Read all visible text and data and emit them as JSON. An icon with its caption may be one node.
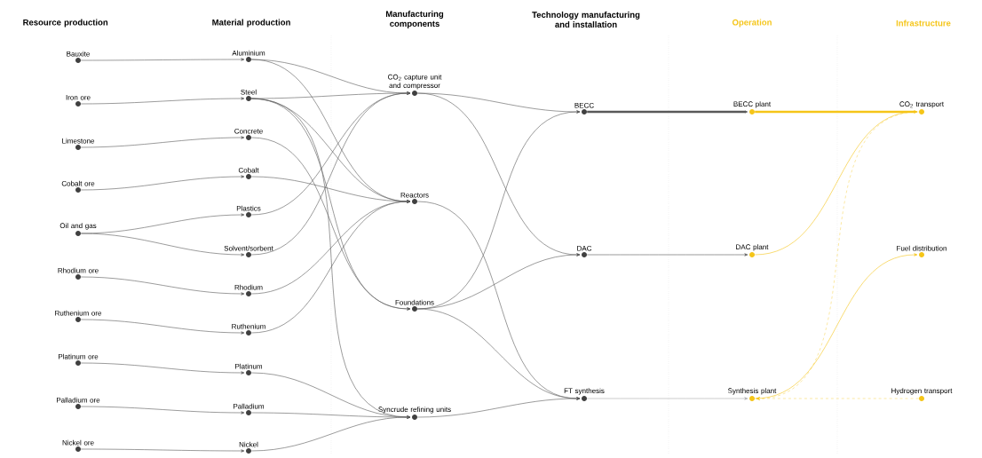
{
  "diagram": {
    "nodes": [
      {
        "text": [
          "Bauxite"
        ]
      },
      {
        "text": [
          "Iron ore"
        ]
      },
      {
        "text": [
          "Limestone"
        ]
      },
      {
        "text": [
          "Cobalt ore"
        ]
      },
      {
        "text": [
          "Oil and gas"
        ]
      },
      {
        "text": [
          "Rhodium ore"
        ]
      },
      {
        "text": [
          "Ruthenium ore"
        ]
      },
      {
        "text": [
          "Platinum ore"
        ]
      },
      {
        "text": [
          "Palladium ore"
        ]
      },
      {
        "text": [
          "Nickel ore"
        ]
      },
      {
        "text": [
          "Aluminium"
        ]
      },
      {
        "text": [
          "Steel"
        ]
      },
      {
        "text": [
          "Concrete"
        ]
      },
      {
        "text": [
          "Cobalt"
        ]
      },
      {
        "text": [
          "Plastics"
        ]
      },
      {
        "text": [
          "Solvent/sorbent"
        ]
      },
      {
        "text": [
          "Rhodium"
        ]
      },
      {
        "text": [
          "Ruthenium"
        ]
      },
      {
        "text": [
          "Platinum"
        ]
      },
      {
        "text": [
          "Palladium"
        ]
      },
      {
        "text": [
          "Nickel"
        ]
      },
      {
        "text": [
          "CO$_{2}$ capture unit and compressor"
        ]
      },
      {
        "text": [
          "Reactors"
        ]
      },
      {
        "text": [
          "Foundations"
        ]
      },
      {
        "text": [
          "Syncrude refining units"
        ]
      },
      {
        "text": [
          "BECC"
        ]
      },
      {
        "text": [
          "DAC"
        ]
      },
      {
        "text": [
          "FT synthesis"
        ]
      },
      {
        "text": [
          "BECC plant"
        ]
      },
      {
        "text": [
          "DAC plant"
        ]
      },
      {
        "text": [
          "Synthesis plant"
        ]
      },
      {
        "text": [
          "CO$_{2}$ transport"
        ]
      },
      {
        "text": [
          "Fuel distribution"
        ]
      },
      {
        "text": [
          "Hydrogen transport"
        ]
      }
    ],
    "edges": [
      {
        "from": 0,
        "to": 10,
        "arrow": "to"
      },
      {
        "from": 1,
        "to": 11,
        "arrow": "to"
      },
      {
        "from": 2,
        "to": 12,
        "arrow": "to"
      },
      {
        "from": 3,
        "to": 13,
        "arrow": "to"
      },
      {
        "from": 4,
        "to": 14,
        "arrow": "to"
      },
      {
        "from": 4,
        "to": 15,
        "arrow": "to"
      },
      {
        "from": 5,
        "to": 16,
        "arrow": "to"
      },
      {
        "from": 6,
        "to": 17,
        "arrow": "to"
      },
      {
        "from": 7,
        "to": 18,
        "arrow": "to"
      },
      {
        "from": 8,
        "to": 19,
        "arrow": "to"
      },
      {
        "from": 9,
        "to": 20,
        "arrow": "to"
      },
      {
        "from": 10,
        "to": 21,
        "arrow": "to"
      },
      {
        "from": 10,
        "to": 22,
        "arrow": "to"
      },
      {
        "from": 11,
        "to": 21,
        "arrow": "to"
      },
      {
        "from": 11,
        "to": 22,
        "arrow": "to"
      },
      {
        "from": 11,
        "to": 23,
        "arrow": "to"
      },
      {
        "from": 11,
        "to": 24,
        "arrow": "to"
      },
      {
        "from": 12,
        "to": 23,
        "arrow": "to"
      },
      {
        "from": 13,
        "to": 22,
        "arrow": "to"
      },
      {
        "from": 14,
        "to": 21,
        "arrow": "to"
      },
      {
        "from": 15,
        "to": 21,
        "arrow": "to"
      },
      {
        "from": 16,
        "to": 22,
        "arrow": "to"
      },
      {
        "from": 17,
        "to": 22,
        "arrow": "to"
      },
      {
        "from": 18,
        "to": 24,
        "arrow": "to"
      },
      {
        "from": 19,
        "to": 24,
        "arrow": "to"
      },
      {
        "from": 20,
        "to": 24,
        "arrow": "to"
      },
      {
        "from": 21,
        "to": 25,
        "arrow": "to"
      },
      {
        "from": 21,
        "to": 26,
        "arrow": "to"
      },
      {
        "from": 22,
        "to": 27,
        "arrow": "to"
      },
      {
        "from": 23,
        "to": 25,
        "arrow": "to"
      },
      {
        "from": 23,
        "to": 26,
        "arrow": "to"
      },
      {
        "from": 23,
        "to": 27,
        "arrow": "to"
      },
      {
        "from": 24,
        "to": 27,
        "arrow": "to"
      },
      {
        "from": 25,
        "to": 28,
        "arrow": "to",
        "style": "thick"
      },
      {
        "from": 26,
        "to": 29,
        "arrow": "to"
      },
      {
        "from": 27,
        "to": 30,
        "arrow": "to",
        "color": "#aaaaaa"
      },
      {
        "from": 28,
        "to": 31,
        "arrow": "to",
        "style": "thick",
        "color": "#f5c518"
      },
      {
        "from": 29,
        "to": 31,
        "arrow": "to",
        "color": "#f5c518"
      },
      {
        "from": 30,
        "to": 32,
        "arrow": "to",
        "color": "#f5c518"
      },
      {
        "from": 31,
        "to": 30,
        "arrow": "to",
        "style": "dashed",
        "color": "#f5c518"
      },
      {
        "from": 33,
        "to": 30,
        "arrow": "to",
        "style": "dashed",
        "color": "#f5c518"
      }
    ],
    "labels": [
      "Resource production",
      "Material production",
      "Manufacturing components",
      "Technology manufacturing and installation",
      "Operation",
      "Infrastructure"
    ]
  }
}
